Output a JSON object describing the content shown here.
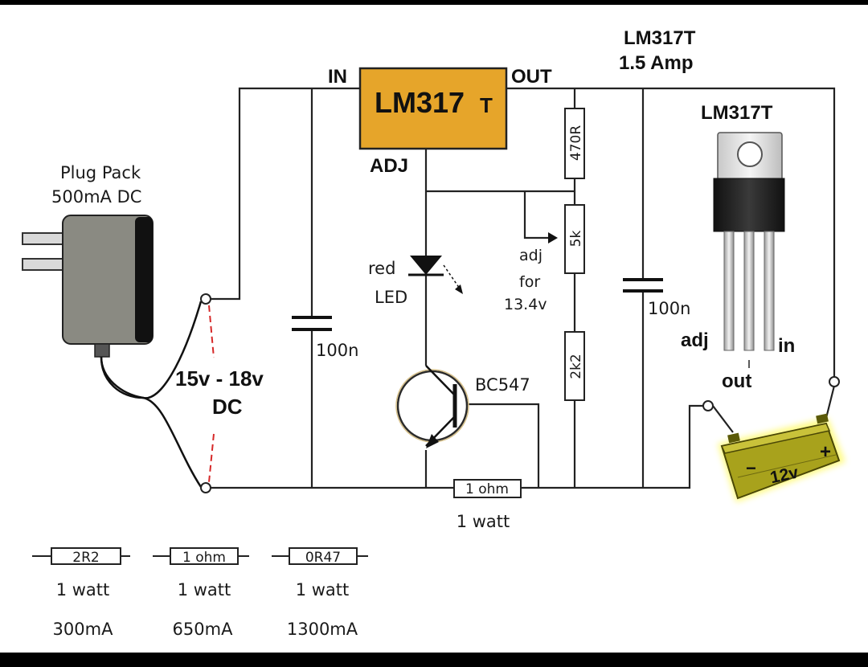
{
  "regulator": {
    "label_main": "LM317",
    "label_suffix": "T",
    "pin_in": "IN",
    "pin_out": "OUT",
    "pin_adj": "ADJ",
    "fill_color": "#e6a52a"
  },
  "heading": {
    "part": "LM317T",
    "rating": "1.5 Amp"
  },
  "plug_pack": {
    "line1": "Plug Pack",
    "line2": "500mA DC"
  },
  "supply": {
    "line1": "15v - 18v",
    "line2": "DC"
  },
  "components": {
    "cap_in": "100n",
    "cap_out": "100n",
    "r_top": "470R",
    "pot": "5k",
    "r_bottom": "2k2",
    "pot_note_1": "adj",
    "pot_note_2": "for",
    "pot_note_3": "13.4v",
    "led_1": "red",
    "led_2": "LED",
    "transistor": "BC547",
    "sense_resistor": "1 ohm",
    "sense_watt": "1 watt"
  },
  "package": {
    "title": "LM317T",
    "pin_adj": "adj",
    "pin_out": "out",
    "pin_in": "in"
  },
  "battery": {
    "label": "12v",
    "minus": "−",
    "plus": "+",
    "fill_color": "#a8a21c",
    "glow_color": "#fff95c"
  },
  "legend": [
    {
      "resistor": "2R2",
      "watt": "1 watt",
      "current": "300mA"
    },
    {
      "resistor": "1 ohm",
      "watt": "1 watt",
      "current": "650mA"
    },
    {
      "resistor": "0R47",
      "watt": "1 watt",
      "current": "1300mA"
    }
  ]
}
